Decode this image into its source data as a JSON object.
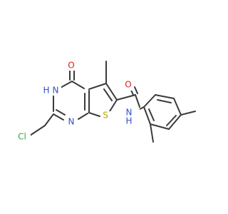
{
  "colors": {
    "bond": "#3a3a3a",
    "oxygen": "#e0201b",
    "nitrogen": "#2f4fd1",
    "sulfur": "#b8a300",
    "chlorine": "#2fa84a",
    "background": "#ffffff"
  },
  "atoms": {
    "o_keto": "O",
    "h_n3": "H",
    "n3": "N",
    "n1": "N",
    "s": "S",
    "o_amide": "O",
    "n_amide": "N",
    "h_amide": "H",
    "cl": "Cl"
  }
}
